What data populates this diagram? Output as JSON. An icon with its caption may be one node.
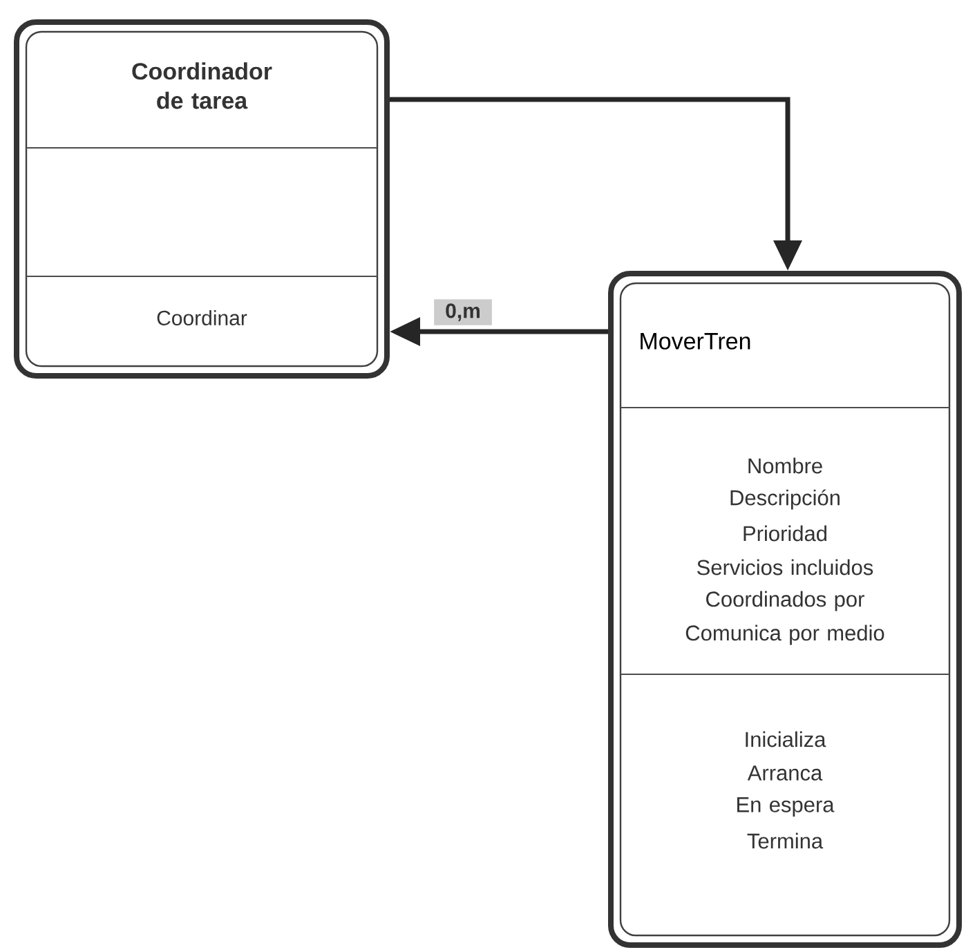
{
  "diagram": {
    "nodes": [
      {
        "text": [
          "Coordinador de tarea",
          "Coordinar"
        ]
      },
      {
        "text": [
          "MoverTren",
          "Nombre",
          "Descripción",
          "Prioridad",
          "Servicios incluidos",
          "Coordinados por",
          "Comunica por medio",
          "Inicializa",
          "Arranca",
          "En espera",
          "Termina"
        ]
      }
    ],
    "edges": [
      {
        "from": 0,
        "to": 1,
        "arrow": "to"
      },
      {
        "from": 1,
        "to": 0,
        "arrow": "to",
        "label": "0,m"
      }
    ]
  }
}
